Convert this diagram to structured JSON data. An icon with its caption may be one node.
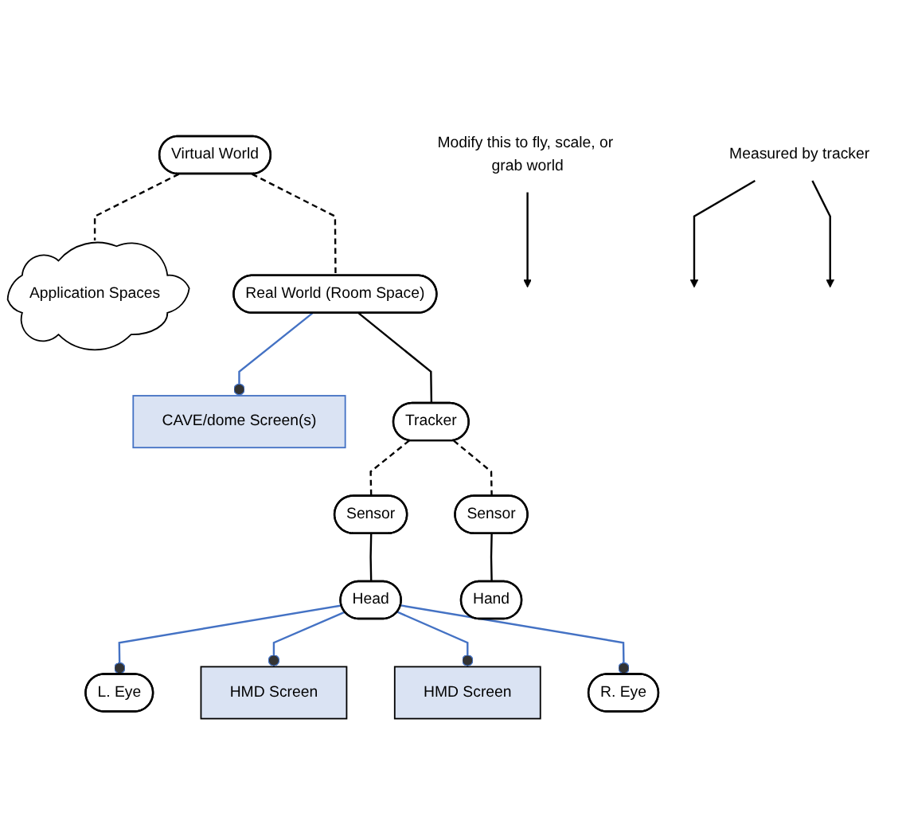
{
  "diagram": {
    "nodes": [
      {
        "text": [
          "Virtual World"
        ]
      },
      {
        "text": [
          "Application Spaces"
        ]
      },
      {
        "text": [
          "Real World (Room Space)"
        ]
      },
      {
        "text": [
          "CAVE/dome Screen(s)"
        ]
      },
      {
        "text": [
          "Tracker"
        ]
      },
      {
        "text": [
          "Sensor"
        ]
      },
      {
        "text": [
          "Head"
        ]
      },
      {
        "text": [
          "L. Eye"
        ]
      },
      {
        "text": [
          "R. Eye"
        ]
      },
      {
        "text": [
          "HMD Screen"
        ]
      },
      {
        "text": [
          "HMD Screen"
        ]
      },
      {
        "text": [
          "Sensor"
        ]
      },
      {
        "text": [
          "Hand"
        ]
      },
      {
        "text": [
          "Modify this to fly, scale, or grab world"
        ]
      },
      {
        "text": [
          "Measured by tracker"
        ]
      }
    ],
    "edges": [
      {
        "from": 0,
        "to": 1,
        "arrow": "none",
        "style": "dashed"
      },
      {
        "from": 0,
        "to": 2,
        "arrow": "none",
        "style": "dashed"
      },
      {
        "from": 2,
        "to": 3,
        "arrow": "other",
        "color": "#4472c4"
      },
      {
        "from": 2,
        "to": 4,
        "arrow": "none"
      },
      {
        "from": 4,
        "to": 5,
        "arrow": "none",
        "style": "dashed"
      },
      {
        "from": 4,
        "to": 11,
        "arrow": "none",
        "style": "dashed"
      },
      {
        "from": 5,
        "to": 6,
        "arrow": "none"
      },
      {
        "from": 6,
        "to": 7,
        "arrow": "other",
        "color": "#4472c4"
      },
      {
        "from": 6,
        "to": 9,
        "arrow": "other",
        "color": "#4472c4"
      },
      {
        "from": 6,
        "to": 10,
        "arrow": "other",
        "color": "#4472c4"
      },
      {
        "from": 6,
        "to": 8,
        "arrow": "other",
        "color": "#4472c4"
      },
      {
        "from": 11,
        "to": 12,
        "arrow": "none"
      },
      {
        "from": 13,
        "to": null,
        "arrow": "to"
      },
      {
        "from": 14,
        "to": null,
        "arrow": "to"
      },
      {
        "from": 14,
        "to": null,
        "arrow": "to"
      }
    ]
  }
}
